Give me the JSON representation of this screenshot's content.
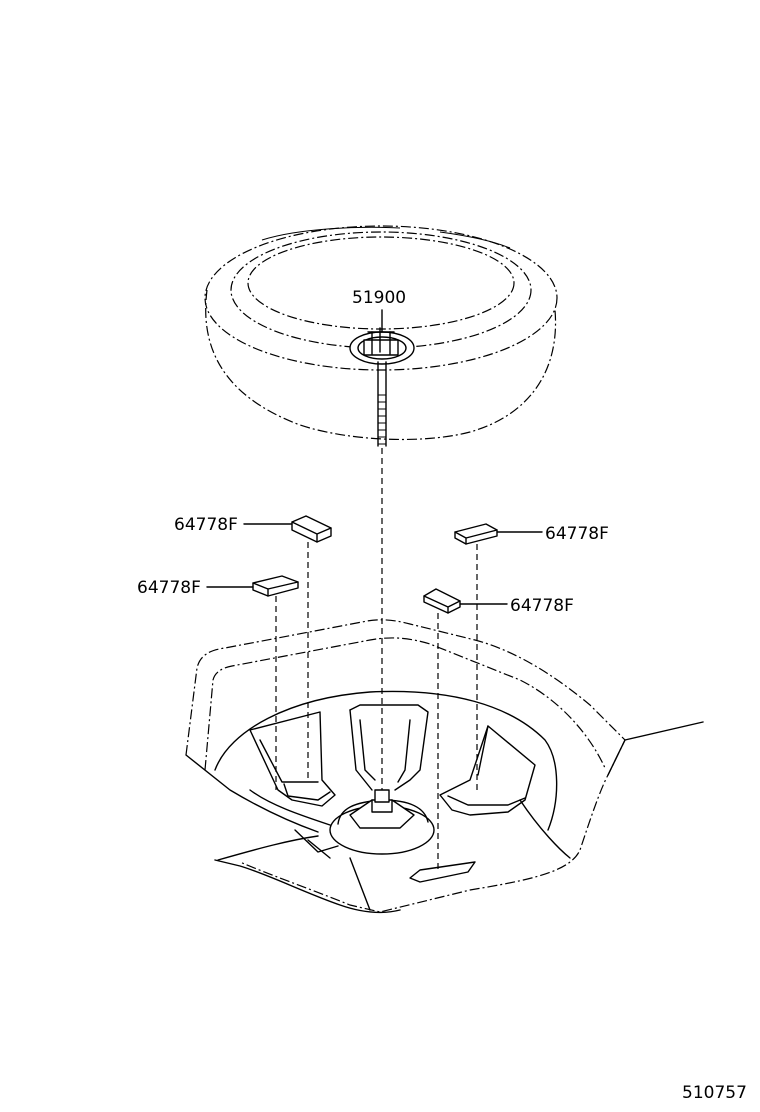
{
  "parts": {
    "spare_tire_label": "51900",
    "pad_front_left_label": "64778F",
    "pad_rear_left_label": "64778F",
    "pad_front_right_label": "64778F",
    "pad_rear_right_label": "64778F"
  },
  "diagram_code": "510757"
}
